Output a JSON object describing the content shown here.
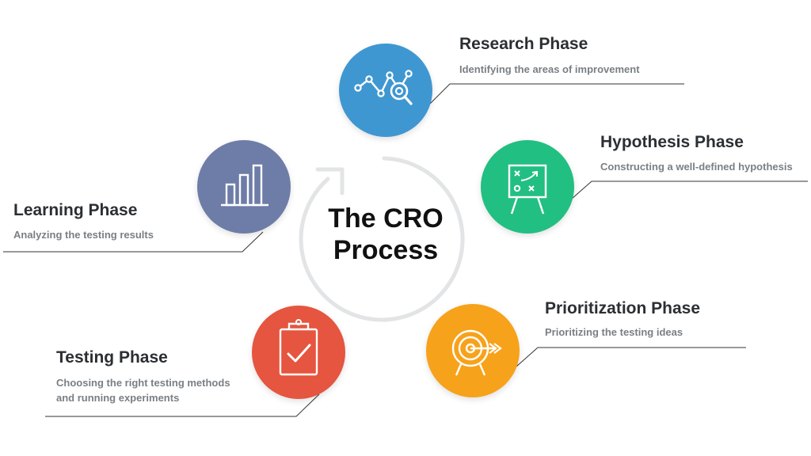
{
  "center": {
    "line1": "The CRO",
    "line2": "Process"
  },
  "colors": {
    "research": "#3f97d1",
    "hypothesis": "#22bf82",
    "prioritization": "#f7a21b",
    "testing": "#e5553f",
    "learning": "#6e7da7",
    "cycle_ring": "#e2e4e6",
    "title_text": "#2b2f33",
    "desc_text": "#7a7f84"
  },
  "phases": {
    "research": {
      "title": "Research Phase",
      "desc": "Identifying the areas of improvement",
      "icon": "chart-magnifier-icon"
    },
    "hypothesis": {
      "title": "Hypothesis Phase",
      "desc": "Constructing a well-defined hypothesis",
      "icon": "strategy-board-icon"
    },
    "prioritization": {
      "title": "Prioritization Phase",
      "desc": "Prioritizing the testing ideas",
      "icon": "target-arrow-icon"
    },
    "testing": {
      "title": "Testing Phase",
      "desc_line1": "Choosing the right testing methods",
      "desc_line2": "and running experiments",
      "icon": "clipboard-check-icon"
    },
    "learning": {
      "title": "Learning Phase",
      "desc": "Analyzing the testing results",
      "icon": "bar-chart-icon"
    }
  }
}
